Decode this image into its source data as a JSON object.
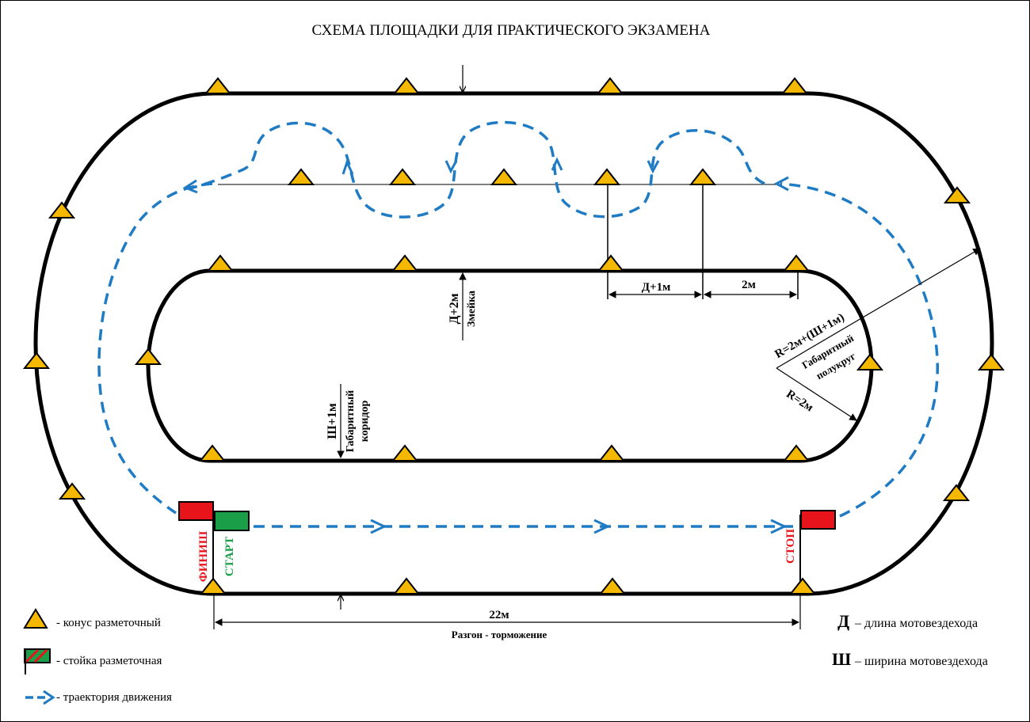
{
  "title": "СХЕМА ПЛОЩАДКИ ДЛЯ ПРАКТИЧЕСКОГО ЭКЗАМЕНА",
  "labels": {
    "finish": "ФИНИШ",
    "start": "СТАРТ",
    "stop": "СТОП",
    "snake_dim": "Д+2м",
    "snake_name": "Змейка",
    "dim_d1": "Д+1м",
    "dim_2m": "2м",
    "corridor_dim": "Ш+1м",
    "corridor_name_1": "Габаритный",
    "corridor_name_2": "коридор",
    "radius_outer": "R=2м+(Ш+1м)",
    "semicircle_name_1": "Габаритный",
    "semicircle_name_2": "полукруг",
    "radius_inner": "R=2м",
    "length_22": "22м",
    "accel_brake": "Разгон - торможение"
  },
  "legend": {
    "cone": "- конус разметочный",
    "post": "- стойка разметочная",
    "trajectory": "- траектория движения",
    "d_letter": "Д",
    "d_text": "– длина мотовездехода",
    "w_letter": "Ш",
    "w_text": "– ширина мотовездехода"
  },
  "colors": {
    "track": "#000000",
    "cone_fill": "#f5b800",
    "cone_stroke": "#000000",
    "trajectory": "#1f7bc4",
    "flag_red": "#e8141c",
    "flag_green": "#1a9e48",
    "text_red": "#e8141c",
    "text_green": "#1a9e48"
  },
  "icons": {
    "cone": "cone-icon",
    "post": "post-icon",
    "trajectory": "dashed-arrow-icon"
  }
}
